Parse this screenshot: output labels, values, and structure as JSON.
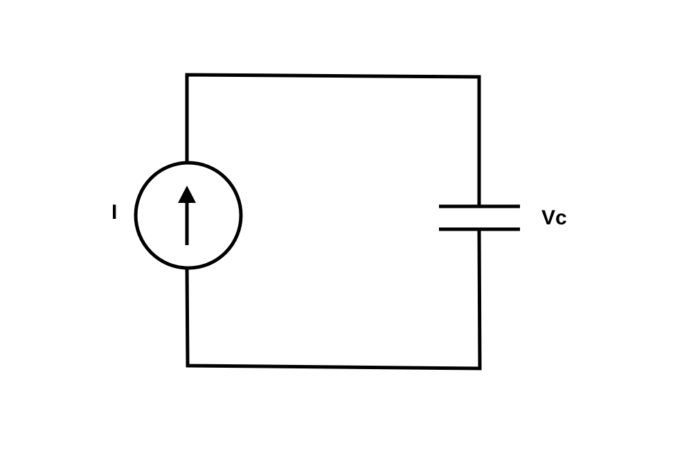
{
  "diagram": {
    "type": "circuit",
    "components": [
      {
        "kind": "current-source",
        "label": "I",
        "direction": "up"
      },
      {
        "kind": "capacitor",
        "label": "Vc"
      }
    ]
  },
  "colors": {
    "stroke": "#000000",
    "background": "#ffffff"
  }
}
